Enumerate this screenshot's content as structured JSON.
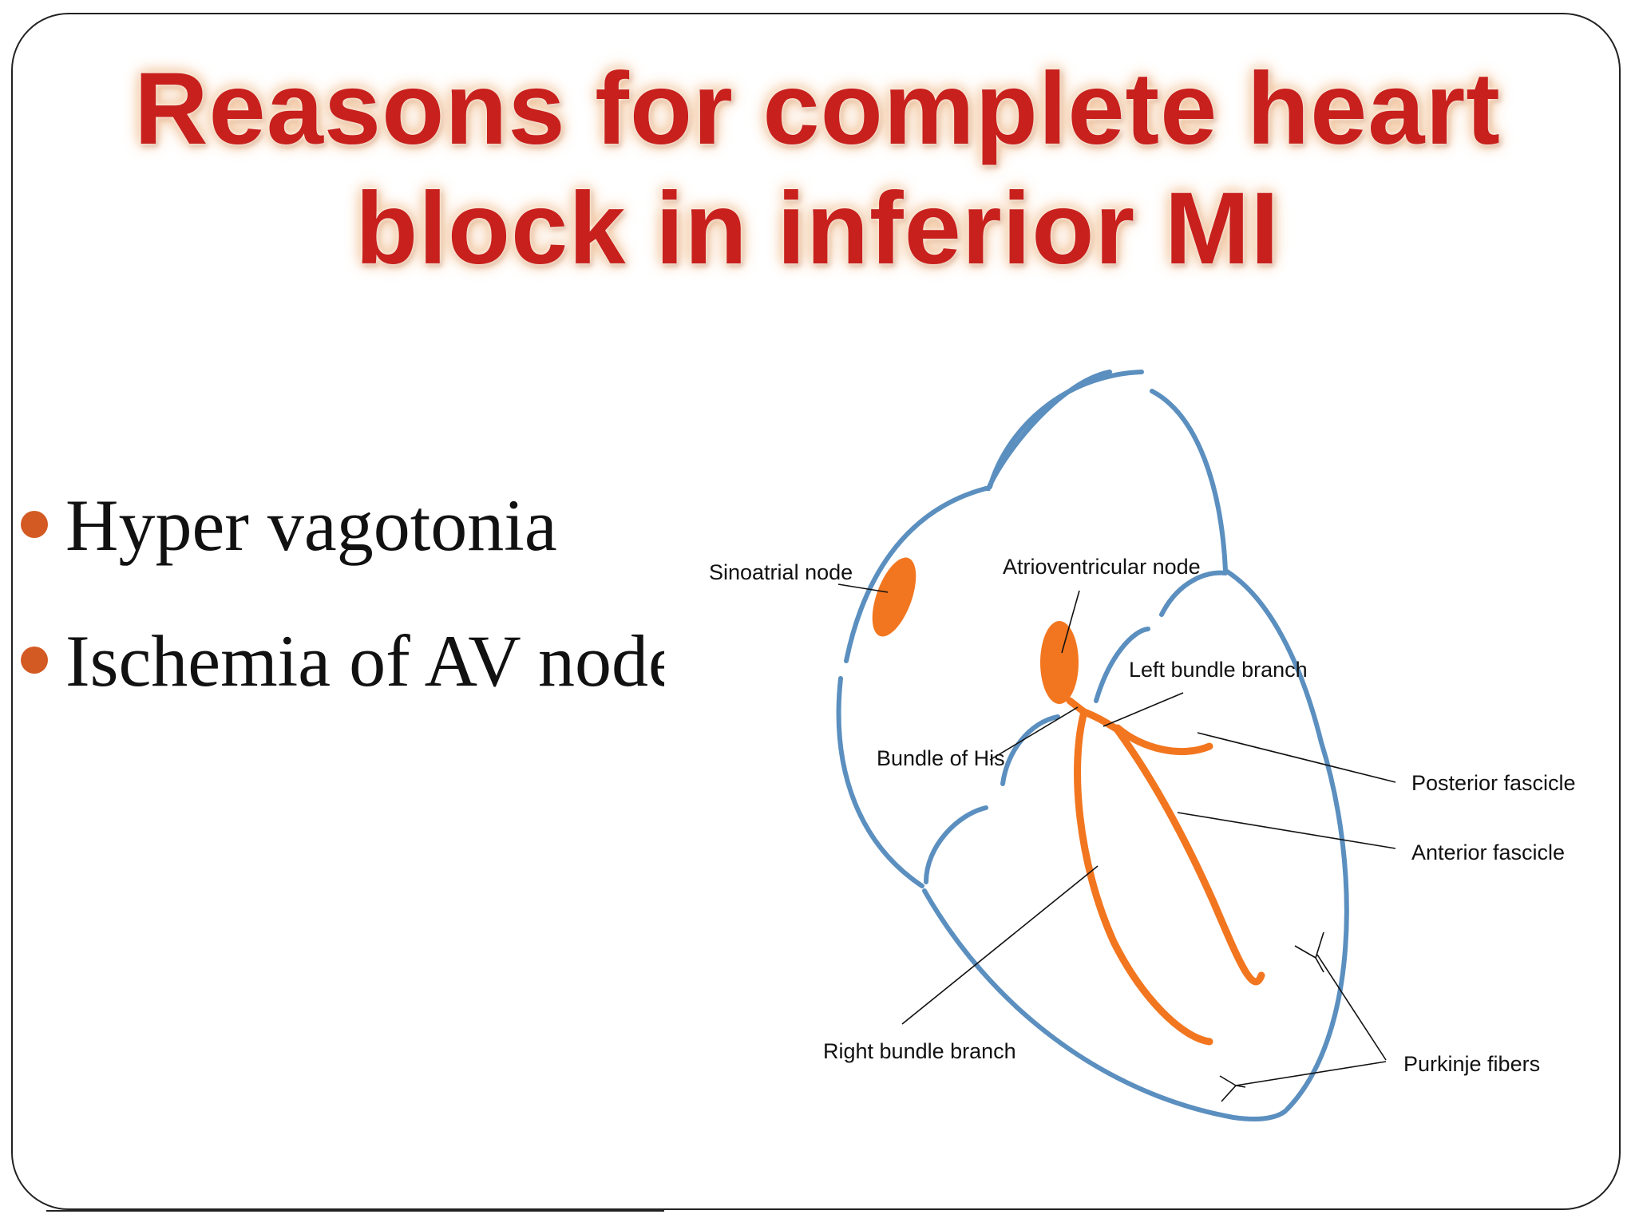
{
  "title": {
    "line1": "Reasons for complete heart",
    "line2": "block in inferior MI"
  },
  "bullets": [
    "Hyper vagotonia",
    "Ischemia of AV node"
  ],
  "diagram": {
    "labels": {
      "sinoatrial_node": "Sinoatrial node",
      "atrioventricular_node": "Atrioventricular node",
      "left_bundle_branch": "Left bundle branch",
      "bundle_of_his": "Bundle of His",
      "posterior_fascicle": "Posterior fascicle",
      "anterior_fascicle": "Anterior fascicle",
      "right_bundle_branch": "Right bundle branch",
      "purkinje_fibers": "Purkinje fibers"
    },
    "colors": {
      "heart_outline": "#5b8fbf",
      "conduction_system": "#f2761f",
      "title_text": "#c8201c",
      "bullet_marker": "#d35a23"
    }
  }
}
